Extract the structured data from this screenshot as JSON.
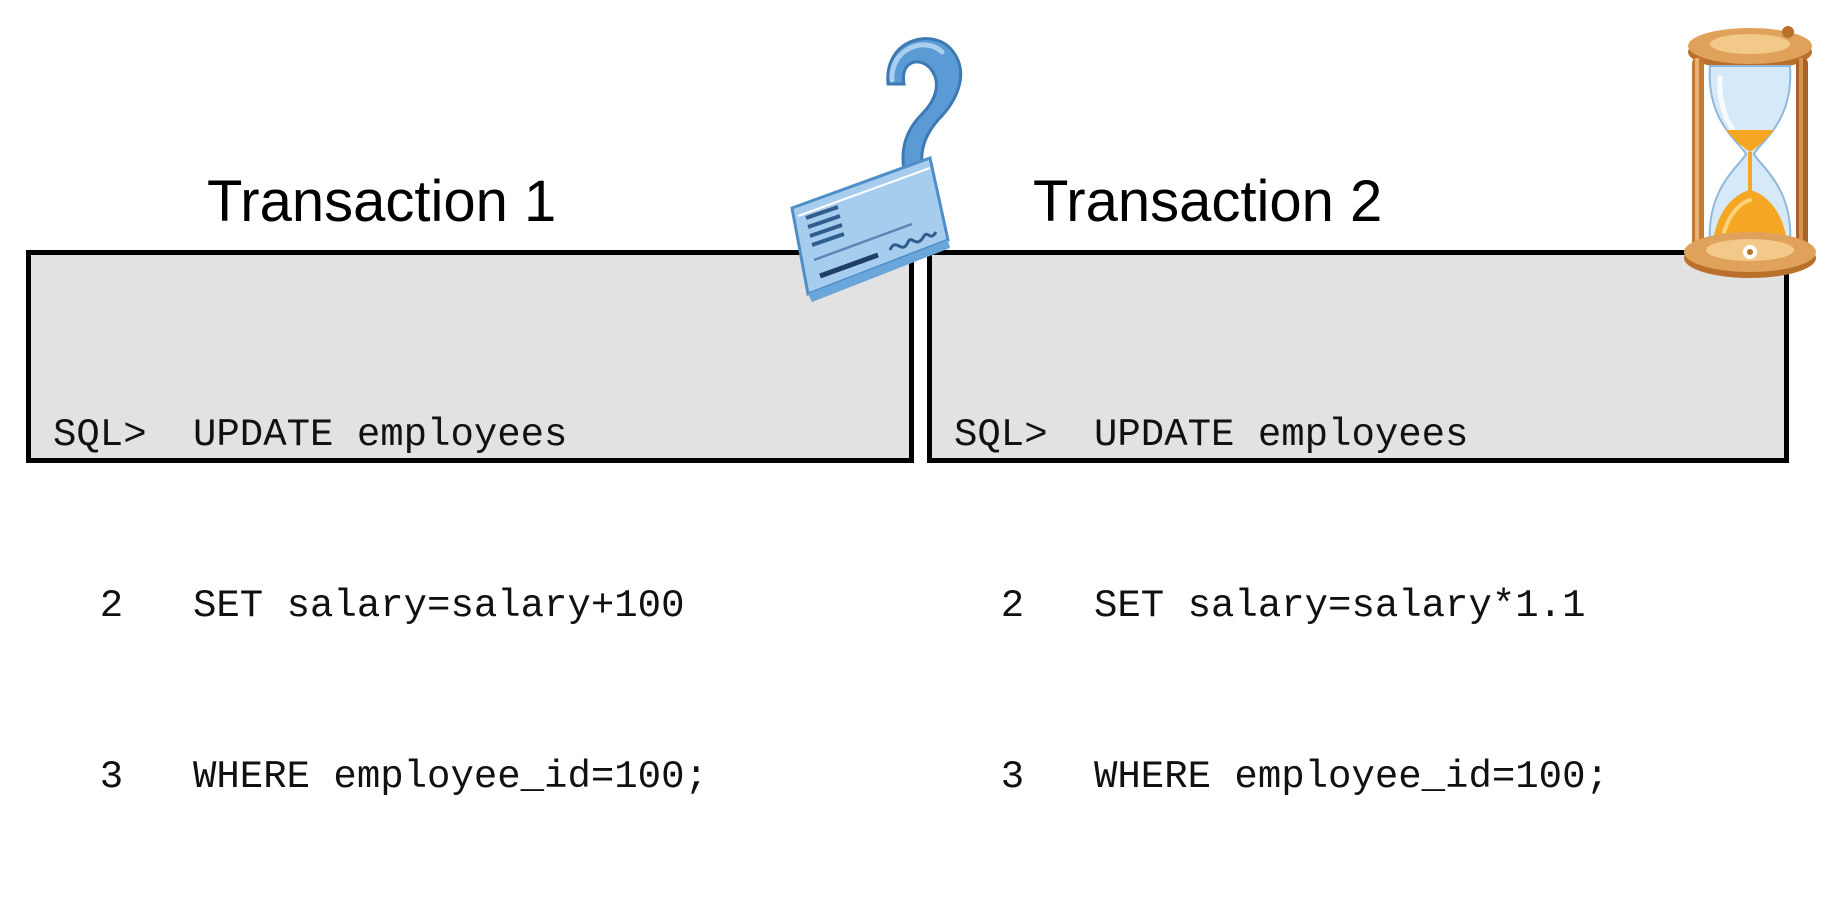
{
  "transactions": [
    {
      "title": "Transaction 1",
      "lines": [
        {
          "gutter": "SQL>",
          "code": "UPDATE employees"
        },
        {
          "gutter": "  2",
          "code": "SET salary=salary+100"
        },
        {
          "gutter": "  3",
          "code": "WHERE employee_id=100;"
        }
      ]
    },
    {
      "title": "Transaction 2",
      "lines": [
        {
          "gutter": "SQL>",
          "code": "UPDATE employees"
        },
        {
          "gutter": "  2",
          "code": "SET salary=salary*1.1"
        },
        {
          "gutter": "  3",
          "code": "WHERE employee_id=100;"
        }
      ]
    }
  ],
  "icons": {
    "check": "check-with-question-mark-icon",
    "hourglass": "hourglass-icon"
  },
  "colors": {
    "box_fill": "#e2e2e2",
    "box_border": "#000000",
    "icon_blue": "#6aa6da",
    "hourglass_gold": "#c8853a",
    "sand_orange": "#f5a623"
  }
}
